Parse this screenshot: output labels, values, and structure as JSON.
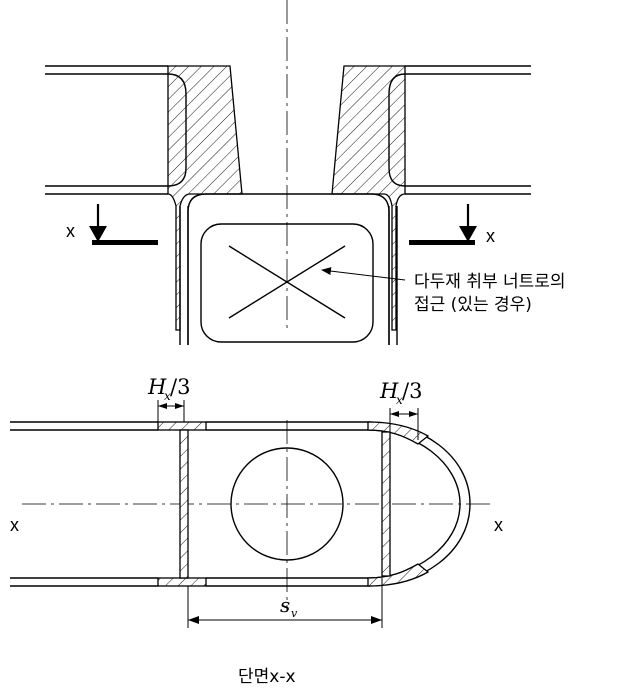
{
  "labels": {
    "section_mark": "x",
    "note_line1": "다두재 취부 너트로의",
    "note_line2": "접근 (있는 경우)",
    "dim_hx_left": "H",
    "dim_hx_sub": "x",
    "dim_hx_div": "/3",
    "dim_sv": "s",
    "dim_sv_sub": "v",
    "axis_left": "x",
    "axis_right": "x",
    "caption": "단면x-x"
  }
}
